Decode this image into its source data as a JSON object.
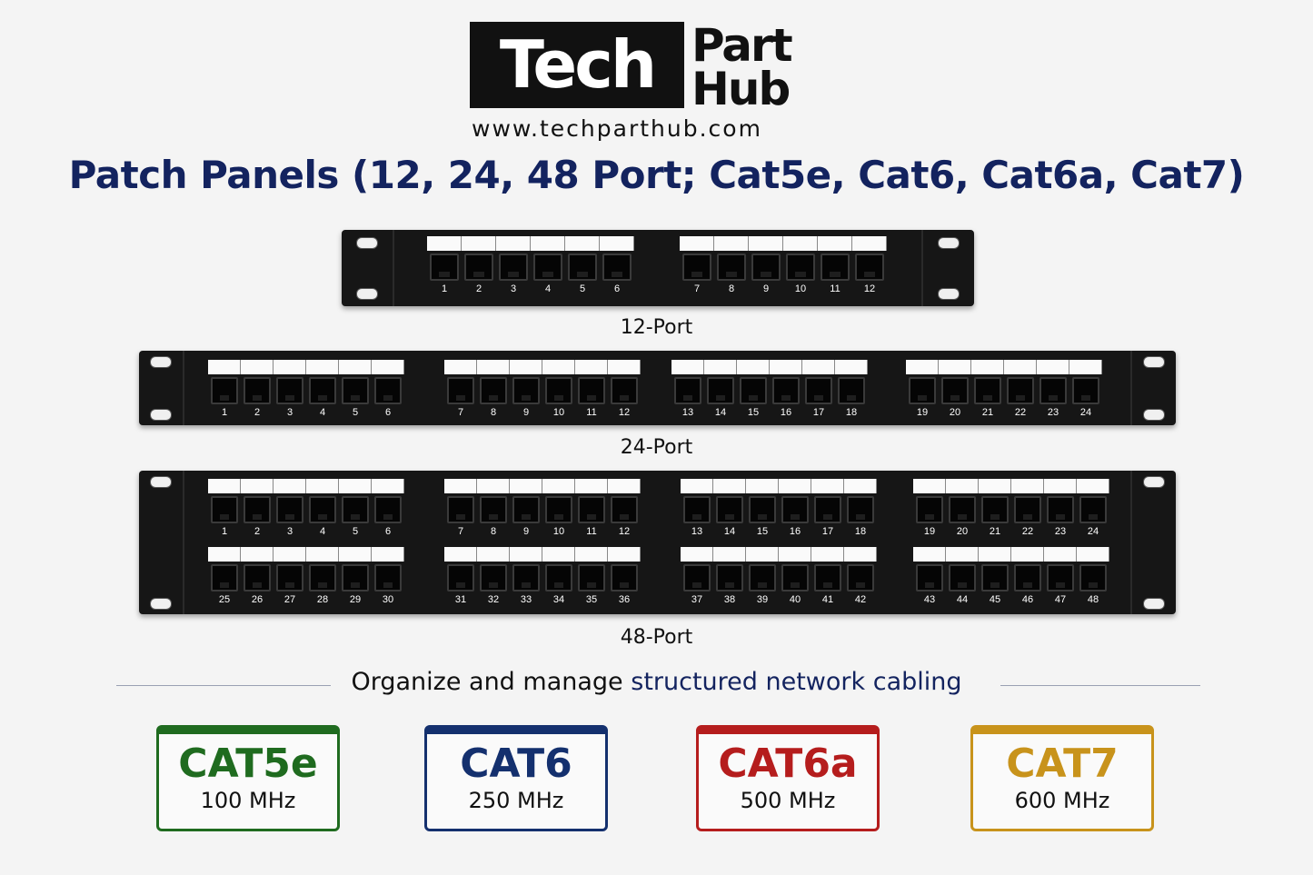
{
  "logo": {
    "tech": "Tech",
    "part": "Part",
    "hub": "Hub",
    "url": "www.techparthub.com"
  },
  "title": "Patch Panels (12, 24, 48 Port; Cat5e, Cat6, Cat6a, Cat7)",
  "panels": [
    {
      "label": "12-Port",
      "ports": 12
    },
    {
      "label": "24-Port",
      "ports": 24
    },
    {
      "label": "48-Port",
      "ports": 48
    }
  ],
  "tagline": {
    "prefix": "Organize and manage ",
    "highlight": "structured network cabling"
  },
  "categories": [
    {
      "name": "CAT5e",
      "freq": "100 MHz",
      "color": "#1f6b1f"
    },
    {
      "name": "CAT6",
      "freq": "250 MHz",
      "color": "#14306e"
    },
    {
      "name": "CAT6a",
      "freq": "500 MHz",
      "color": "#b51d1d"
    },
    {
      "name": "CAT7",
      "freq": "600 MHz",
      "color": "#c8931b"
    }
  ]
}
